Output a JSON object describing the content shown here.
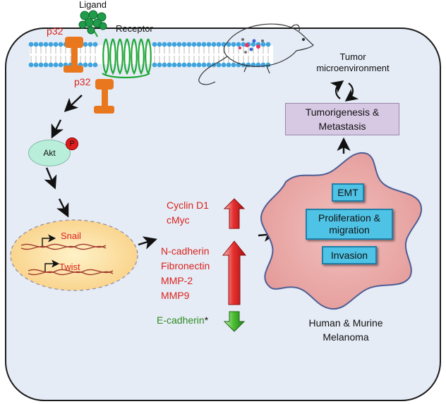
{
  "labels": {
    "ligand": "Ligand",
    "receptor": "Receptor",
    "p32_membrane": "p32",
    "p32_cytoplasm": "p32",
    "tumor_micro_line1": "Tumor",
    "tumor_micro_line2": "microenvironment",
    "tumorigenesis_line1": "Tumorigenesis &",
    "tumorigenesis_line2": "Metastasis",
    "akt": "Akt",
    "phospho": "P",
    "snail": "Snail",
    "twist": "Twist",
    "cyclin_d1": "Cyclin D1",
    "cmyc": "cMyc",
    "n_cadherin": "N-cadherin",
    "fibronectin": "Fibronectin",
    "mmp2": "MMP-2",
    "mmp9": "MMP9",
    "e_cadherin": "E-cadherin",
    "asterisk": "*",
    "emt": "EMT",
    "prolif_line1": "Proliferation &",
    "prolif_line2": "migration",
    "invasion": "Invasion",
    "melanoma_line1": "Human & Murine",
    "melanoma_line2": "Melanoma"
  },
  "colors": {
    "cell_background": "#e6ecf6",
    "protein_orange": "#e8771e",
    "receptor_green": "#22a83a",
    "membrane_blue": "#3fa3dd",
    "label_red": "#d9231c",
    "label_green": "#2e8b22",
    "tumor_pink": "#e8a8a8",
    "nucleus_orange": "#fbd89a"
  }
}
